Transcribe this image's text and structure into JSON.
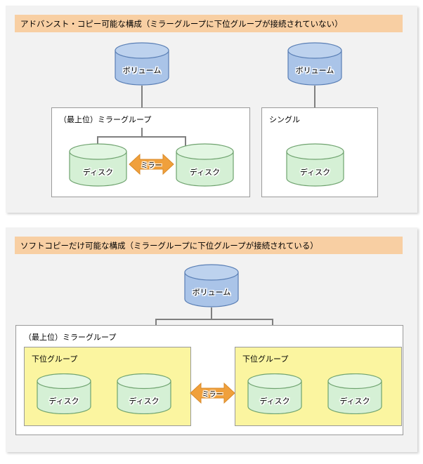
{
  "colors": {
    "panel_bg": "#f2f2f2",
    "header_band": "#f8cfa3",
    "volume_fill": "#aac4e8",
    "volume_stroke": "#5a7fb5",
    "disk_fill": "#d5f0d5",
    "disk_stroke": "#6fa36f",
    "subgroup_fill": "#fbf5a0",
    "box_stroke": "#9a9a9a",
    "connector": "#7f7f7f",
    "arrow_fill": "#f0a03c",
    "arrow_stroke": "#d98a28"
  },
  "sections": [
    {
      "id": "advanced-copy",
      "header": "アドバンスト・コピー可能な構成（ミラーグループに下位グループが接続されていない）",
      "groups": [
        {
          "id": "top-mirror-group",
          "label": "（最上位）ミラーグループ",
          "volume_label": "ボリューム",
          "disks": [
            "ディスク",
            "ディスク"
          ],
          "mirror_label": "ミラー"
        },
        {
          "id": "single-group",
          "label": "シングル",
          "volume_label": "ボリューム",
          "disks": [
            "ディスク"
          ],
          "mirror_label": ""
        }
      ]
    },
    {
      "id": "soft-copy",
      "header": "ソフトコピーだけ可能な構成（ミラーグループに下位グループが接続されている）",
      "volume_label": "ボリューム",
      "mirror_group_label": "（最上位）ミラーグループ",
      "mirror_label": "ミラー",
      "subgroups": [
        {
          "id": "subgroup-left",
          "label": "下位グループ",
          "disks": [
            "ディスク",
            "ディスク"
          ]
        },
        {
          "id": "subgroup-right",
          "label": "下位グループ",
          "disks": [
            "ディスク",
            "ディスク"
          ]
        }
      ]
    }
  ]
}
